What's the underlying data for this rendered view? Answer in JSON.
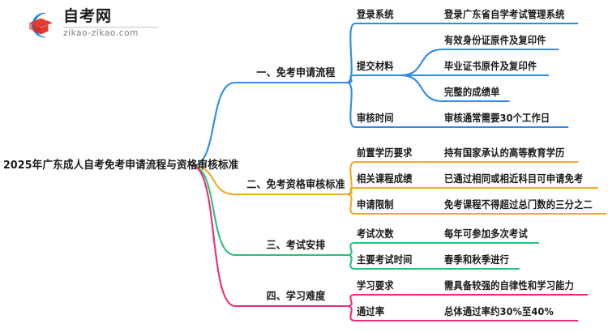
{
  "logo": {
    "title": "自考网",
    "subtitle": "zikao-zikao.com",
    "mark_name": "graduation-cap-logo",
    "arc_color": "#1E88E5",
    "cap_color": "#E03C31"
  },
  "mindmap": {
    "root": {
      "label": "2025年广东成人自考免考申请流程与资格审核标准"
    },
    "branches": [
      {
        "label": "一、免考申请流程",
        "color": "#2E8BE6",
        "children": [
          {
            "label": "登录系统",
            "children": [
              {
                "label": "登录广东省自学考试管理系统"
              }
            ]
          },
          {
            "label": "提交材料",
            "children": [
              {
                "label": "有效身份证原件及复印件"
              },
              {
                "label": "毕业证书原件及复印件"
              },
              {
                "label": "完整的成绩单"
              }
            ]
          },
          {
            "label": "审核时间",
            "children": [
              {
                "label": "审核通常需要30个工作日"
              }
            ]
          }
        ]
      },
      {
        "label": "二、免考资格审核标准",
        "color": "#EFAA22",
        "children": [
          {
            "label": "前置学历要求",
            "children": [
              {
                "label": "持有国家承认的高等教育学历"
              }
            ]
          },
          {
            "label": "相关课程成绩",
            "children": [
              {
                "label": "已通过相同或相近科目可申请免考"
              }
            ]
          },
          {
            "label": "申请限制",
            "children": [
              {
                "label": "免考课程不得超过总门数的三分之二"
              }
            ]
          }
        ]
      },
      {
        "label": "三、考试安排",
        "color": "#22C37B",
        "children": [
          {
            "label": "考试次数",
            "children": [
              {
                "label": "每年可参加多次考试"
              }
            ]
          },
          {
            "label": "主要考试时间",
            "children": [
              {
                "label": "春季和秋季进行"
              }
            ]
          }
        ]
      },
      {
        "label": "四、学习难度",
        "color": "#EE2A7B",
        "children": [
          {
            "label": "学习要求",
            "children": [
              {
                "label": "需具备较强的自律性和学习能力"
              }
            ]
          },
          {
            "label": "通过率",
            "children": [
              {
                "label": "总体通过率约30%至40%"
              }
            ]
          }
        ]
      }
    ]
  }
}
